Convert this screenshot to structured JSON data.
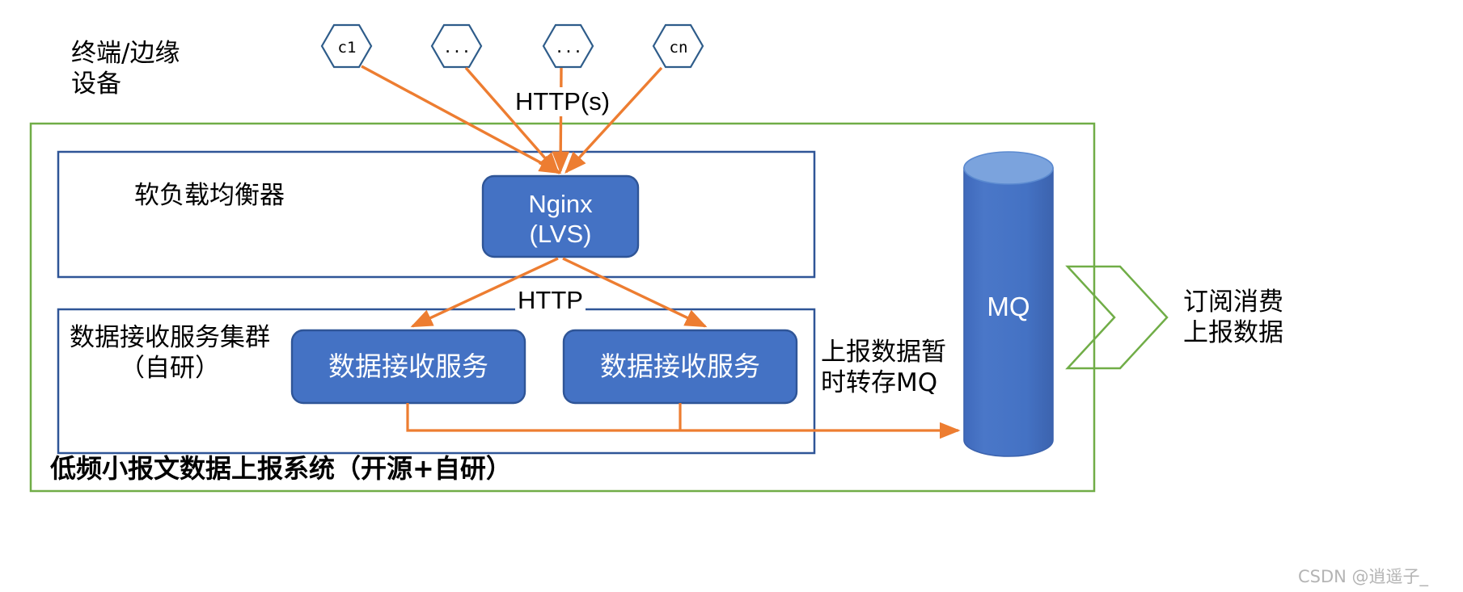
{
  "diagram": {
    "title_bottom": "低频小报文数据上报系统（开源+自研）",
    "colors": {
      "node_fill": "#4472c4",
      "node_stroke": "#2f5597",
      "cylinder_top": "#7ba3dd",
      "outer_border": "#70ad47",
      "inner_border": "#2f5597",
      "arrow_orange": "#ed7d31",
      "hex_stroke": "#2e5c8a",
      "text_black": "#000000",
      "watermark": "#b4b4b4"
    }
  },
  "clients": {
    "group_label_line1": "终端/边缘",
    "group_label_line2": "设备",
    "nodes": [
      {
        "label": "c1"
      },
      {
        "label": "..."
      },
      {
        "label": "..."
      },
      {
        "label": "cn"
      }
    ]
  },
  "edges": {
    "client_to_nginx": "HTTP(s)",
    "nginx_to_services": "HTTP",
    "services_to_mq_line1": "上报数据暂",
    "services_to_mq_line2": "时转存MQ",
    "mq_to_consumer_line1": "订阅消费",
    "mq_to_consumer_line2": "上报数据"
  },
  "lb_section": {
    "label": "软负载均衡器",
    "node": {
      "line1": "Nginx",
      "line2": "(LVS)"
    }
  },
  "service_section": {
    "label_line1": "数据接收服务集群",
    "label_line2": "（自研）",
    "nodes": [
      {
        "label": "数据接收服务"
      },
      {
        "label": "数据接收服务"
      }
    ]
  },
  "mq": {
    "label": "MQ"
  },
  "watermark": {
    "text": "CSDN @逍遥子_"
  }
}
